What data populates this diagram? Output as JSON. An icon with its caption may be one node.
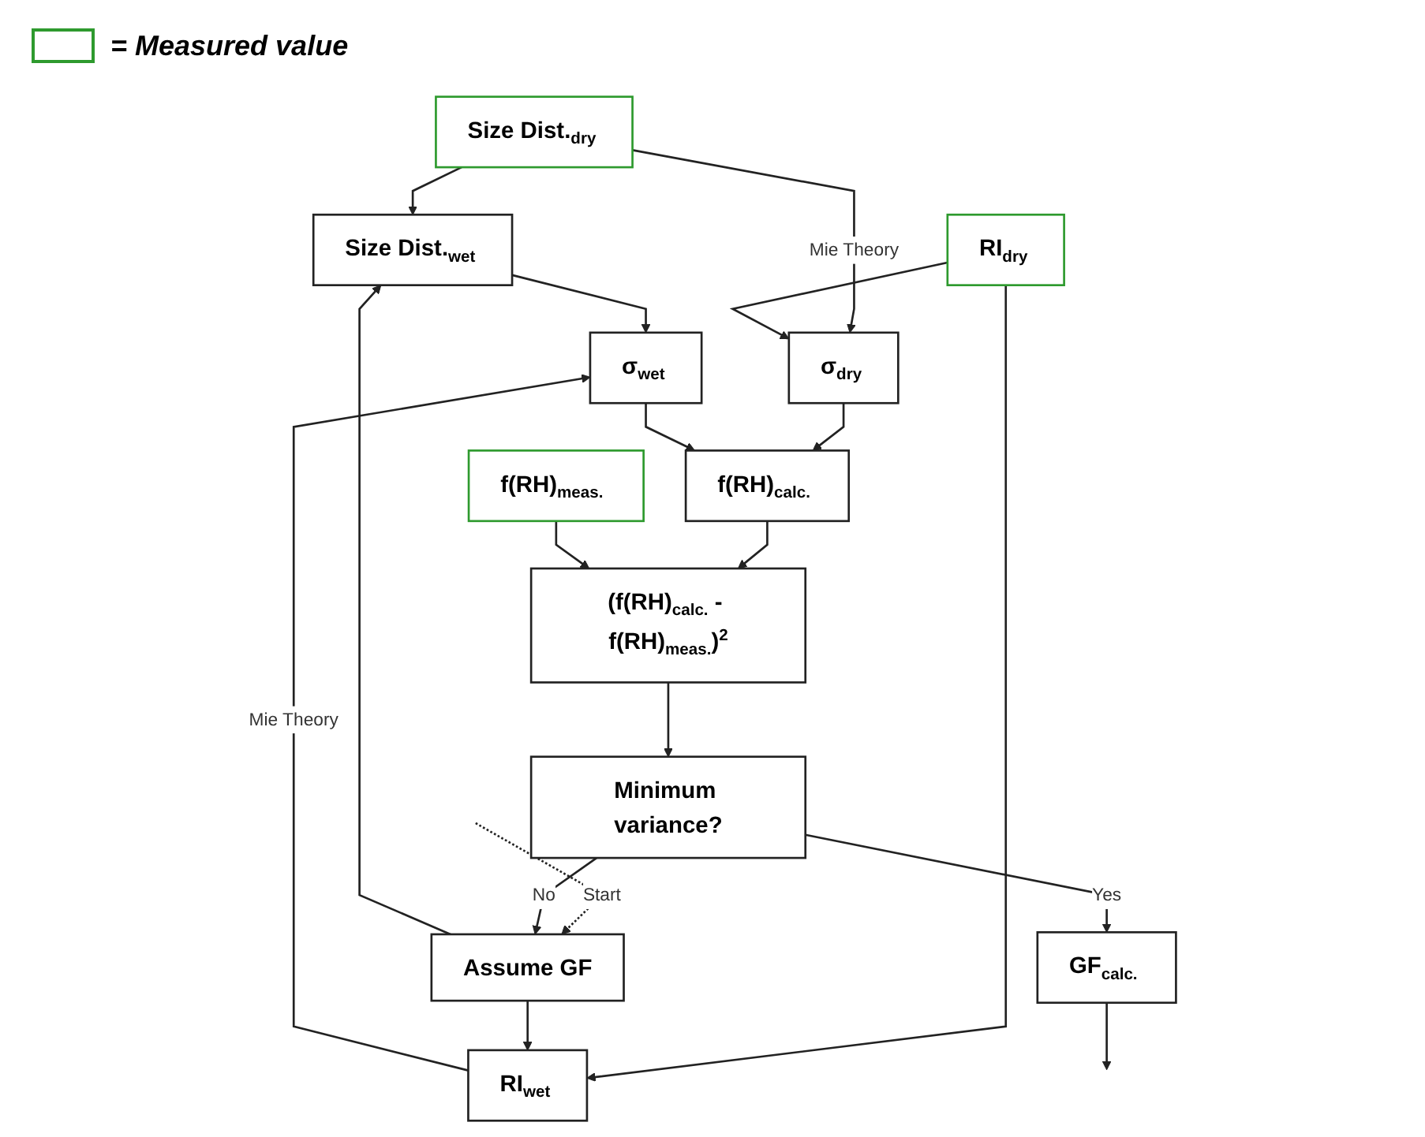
{
  "diagram": {
    "nodes": [
      {
        "text": [
          "Size Dist.$_{dry}$"
        ]
      },
      {
        "text": [
          "Assume GF"
        ]
      },
      {
        "text": [
          "RI$_{dry}$"
        ]
      },
      {
        "text": [
          "GF$_{calc.}$"
        ]
      },
      {
        "text": [
          "RI$_{wet}$"
        ]
      },
      {
        "text": [
          "Size Dist.$_{wet}$"
        ]
      },
      {
        "text": [
          "σ$_{dry}$"
        ]
      },
      {
        "text": [
          "σ$_{wet}$"
        ]
      },
      {
        "text": [
          "Minimum variance?"
        ]
      },
      {
        "text": [
          "f(RH)$_{calc.}$"
        ]
      },
      {
        "text": [
          "f(RH)$_{meas.}$"
        ]
      },
      {
        "text": [
          "(f(RH)$_{calc.}$ - f(RH)$_{meas.}$)$^{2}$"
        ]
      }
    ],
    "edges": [
      {
        "from": null,
        "to": 1,
        "arrow": "to",
        "label": "Start",
        "style": "dashed"
      },
      {
        "from": 2,
        "to": 4,
        "arrow": "to"
      },
      {
        "from": 1,
        "to": 4,
        "arrow": "to"
      },
      {
        "from": 0,
        "to": 5,
        "arrow": "to"
      },
      {
        "from": 1,
        "to": 5,
        "arrow": "to"
      },
      {
        "from": 0,
        "to": 6,
        "arrow": "to",
        "label": "Mie Theory"
      },
      {
        "from": 2,
        "to": 6,
        "arrow": "to"
      },
      {
        "from": 4,
        "to": 7,
        "arrow": "to",
        "label": "Mie Theory"
      },
      {
        "from": 5,
        "to": 7,
        "arrow": "to"
      },
      {
        "from": 6,
        "to": 9,
        "arrow": "to"
      },
      {
        "from": 7,
        "to": 9,
        "arrow": "to"
      },
      {
        "from": 9,
        "to": 11,
        "arrow": "to"
      },
      {
        "from": 10,
        "to": 11,
        "arrow": "to"
      },
      {
        "from": 11,
        "to": 8,
        "arrow": "to"
      },
      {
        "from": 8,
        "to": 1,
        "arrow": "to",
        "label": "No"
      },
      {
        "from": 8,
        "to": 3,
        "arrow": "to",
        "label": "Yes"
      },
      {
        "from": 3,
        "to": null,
        "arrow": "to"
      }
    ],
    "legend": [
      {
        "text": "= Measured value",
        "color": "#2e9a2e"
      }
    ]
  }
}
